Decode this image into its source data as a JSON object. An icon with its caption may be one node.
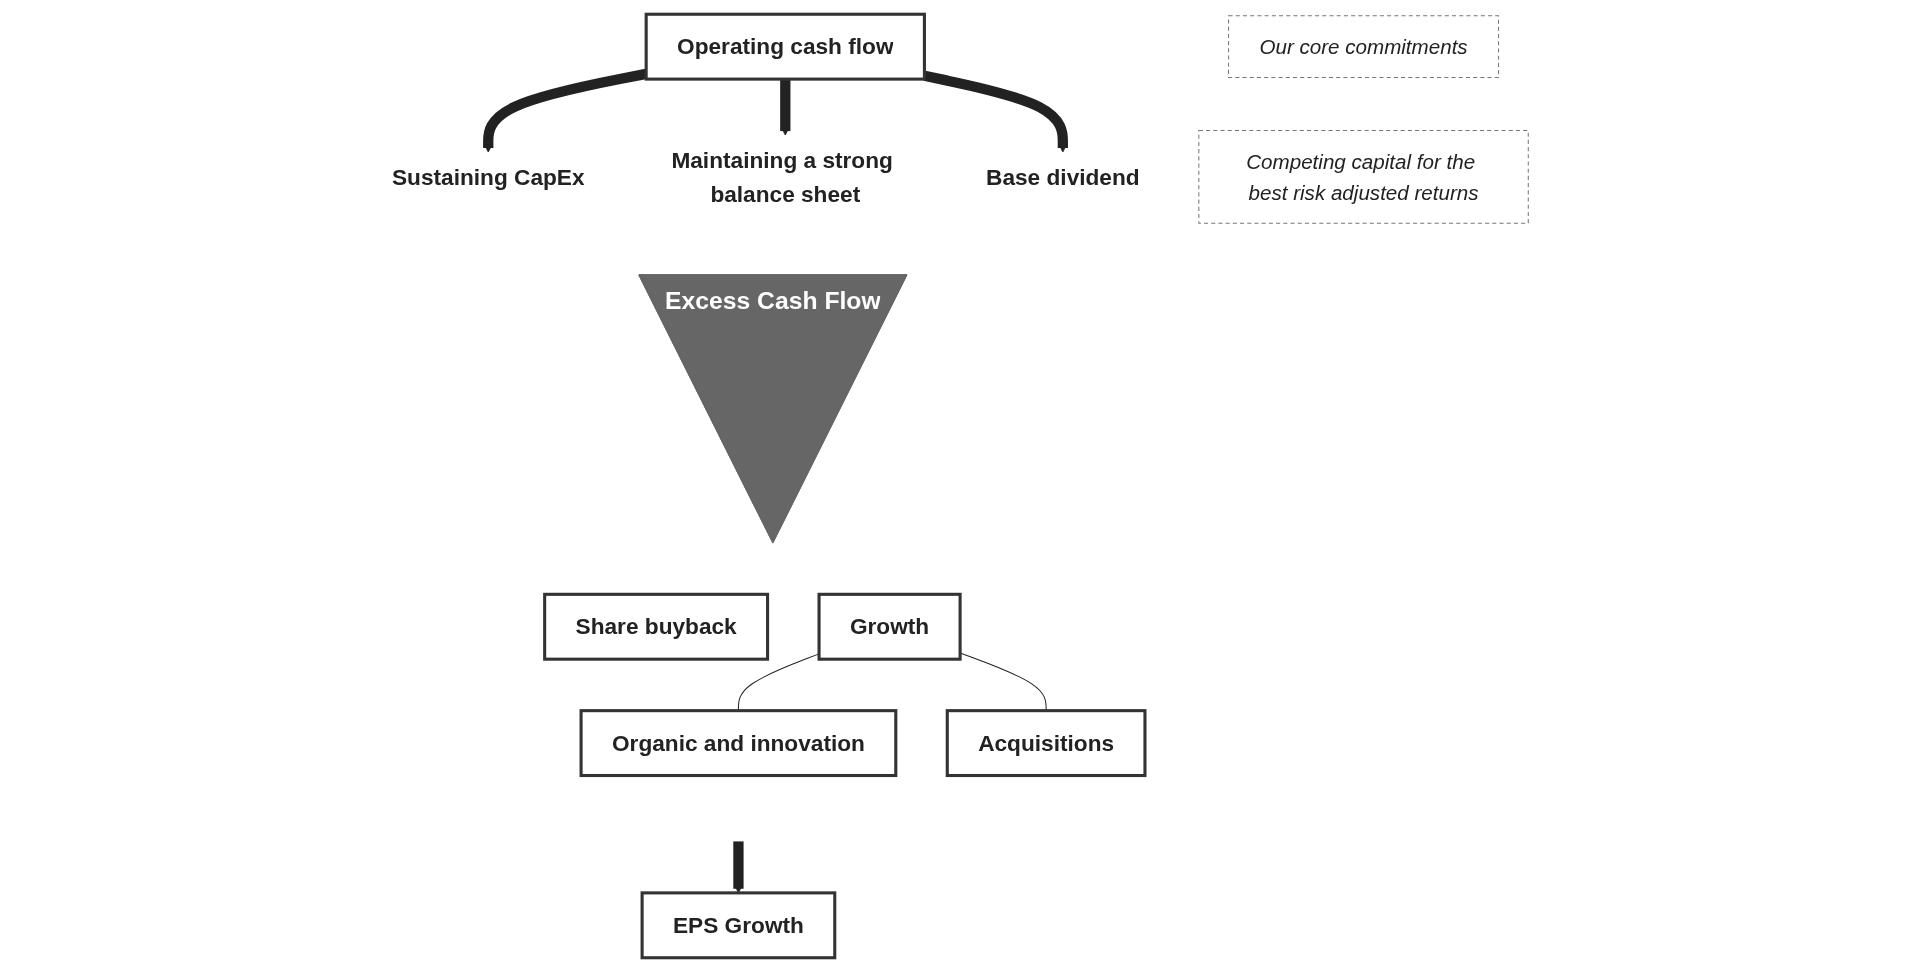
{
  "diagram": {
    "nodes": [
      {
        "text": [
          "Operating cash flow"
        ]
      },
      {
        "text": [
          "Our core commitments"
        ]
      },
      {
        "text": [
          "Sustaining CapEx"
        ]
      },
      {
        "text": [
          "Maintaining a strong balance sheet"
        ]
      },
      {
        "text": [
          "Base dividend"
        ]
      },
      {
        "text": [
          "Excess Cash Flow"
        ]
      },
      {
        "text": [
          "Competing capital for the best risk adjusted returns"
        ]
      },
      {
        "text": [
          "Share buyback"
        ]
      },
      {
        "text": [
          "Growth"
        ]
      },
      {
        "text": [
          "Organic and innovation"
        ]
      },
      {
        "text": [
          "Acquisitions"
        ]
      },
      {
        "text": [
          "EPS Growth"
        ]
      }
    ],
    "edges": [
      {
        "from": 0,
        "to": 2,
        "arrow": "to"
      },
      {
        "from": 0,
        "to": 3,
        "arrow": "to"
      },
      {
        "from": 0,
        "to": 4,
        "arrow": "to"
      },
      {
        "from": 8,
        "to": 9,
        "arrow": "none"
      },
      {
        "from": 8,
        "to": 10,
        "arrow": "none"
      },
      {
        "from": null,
        "to": 11,
        "arrow": "to"
      }
    ]
  }
}
